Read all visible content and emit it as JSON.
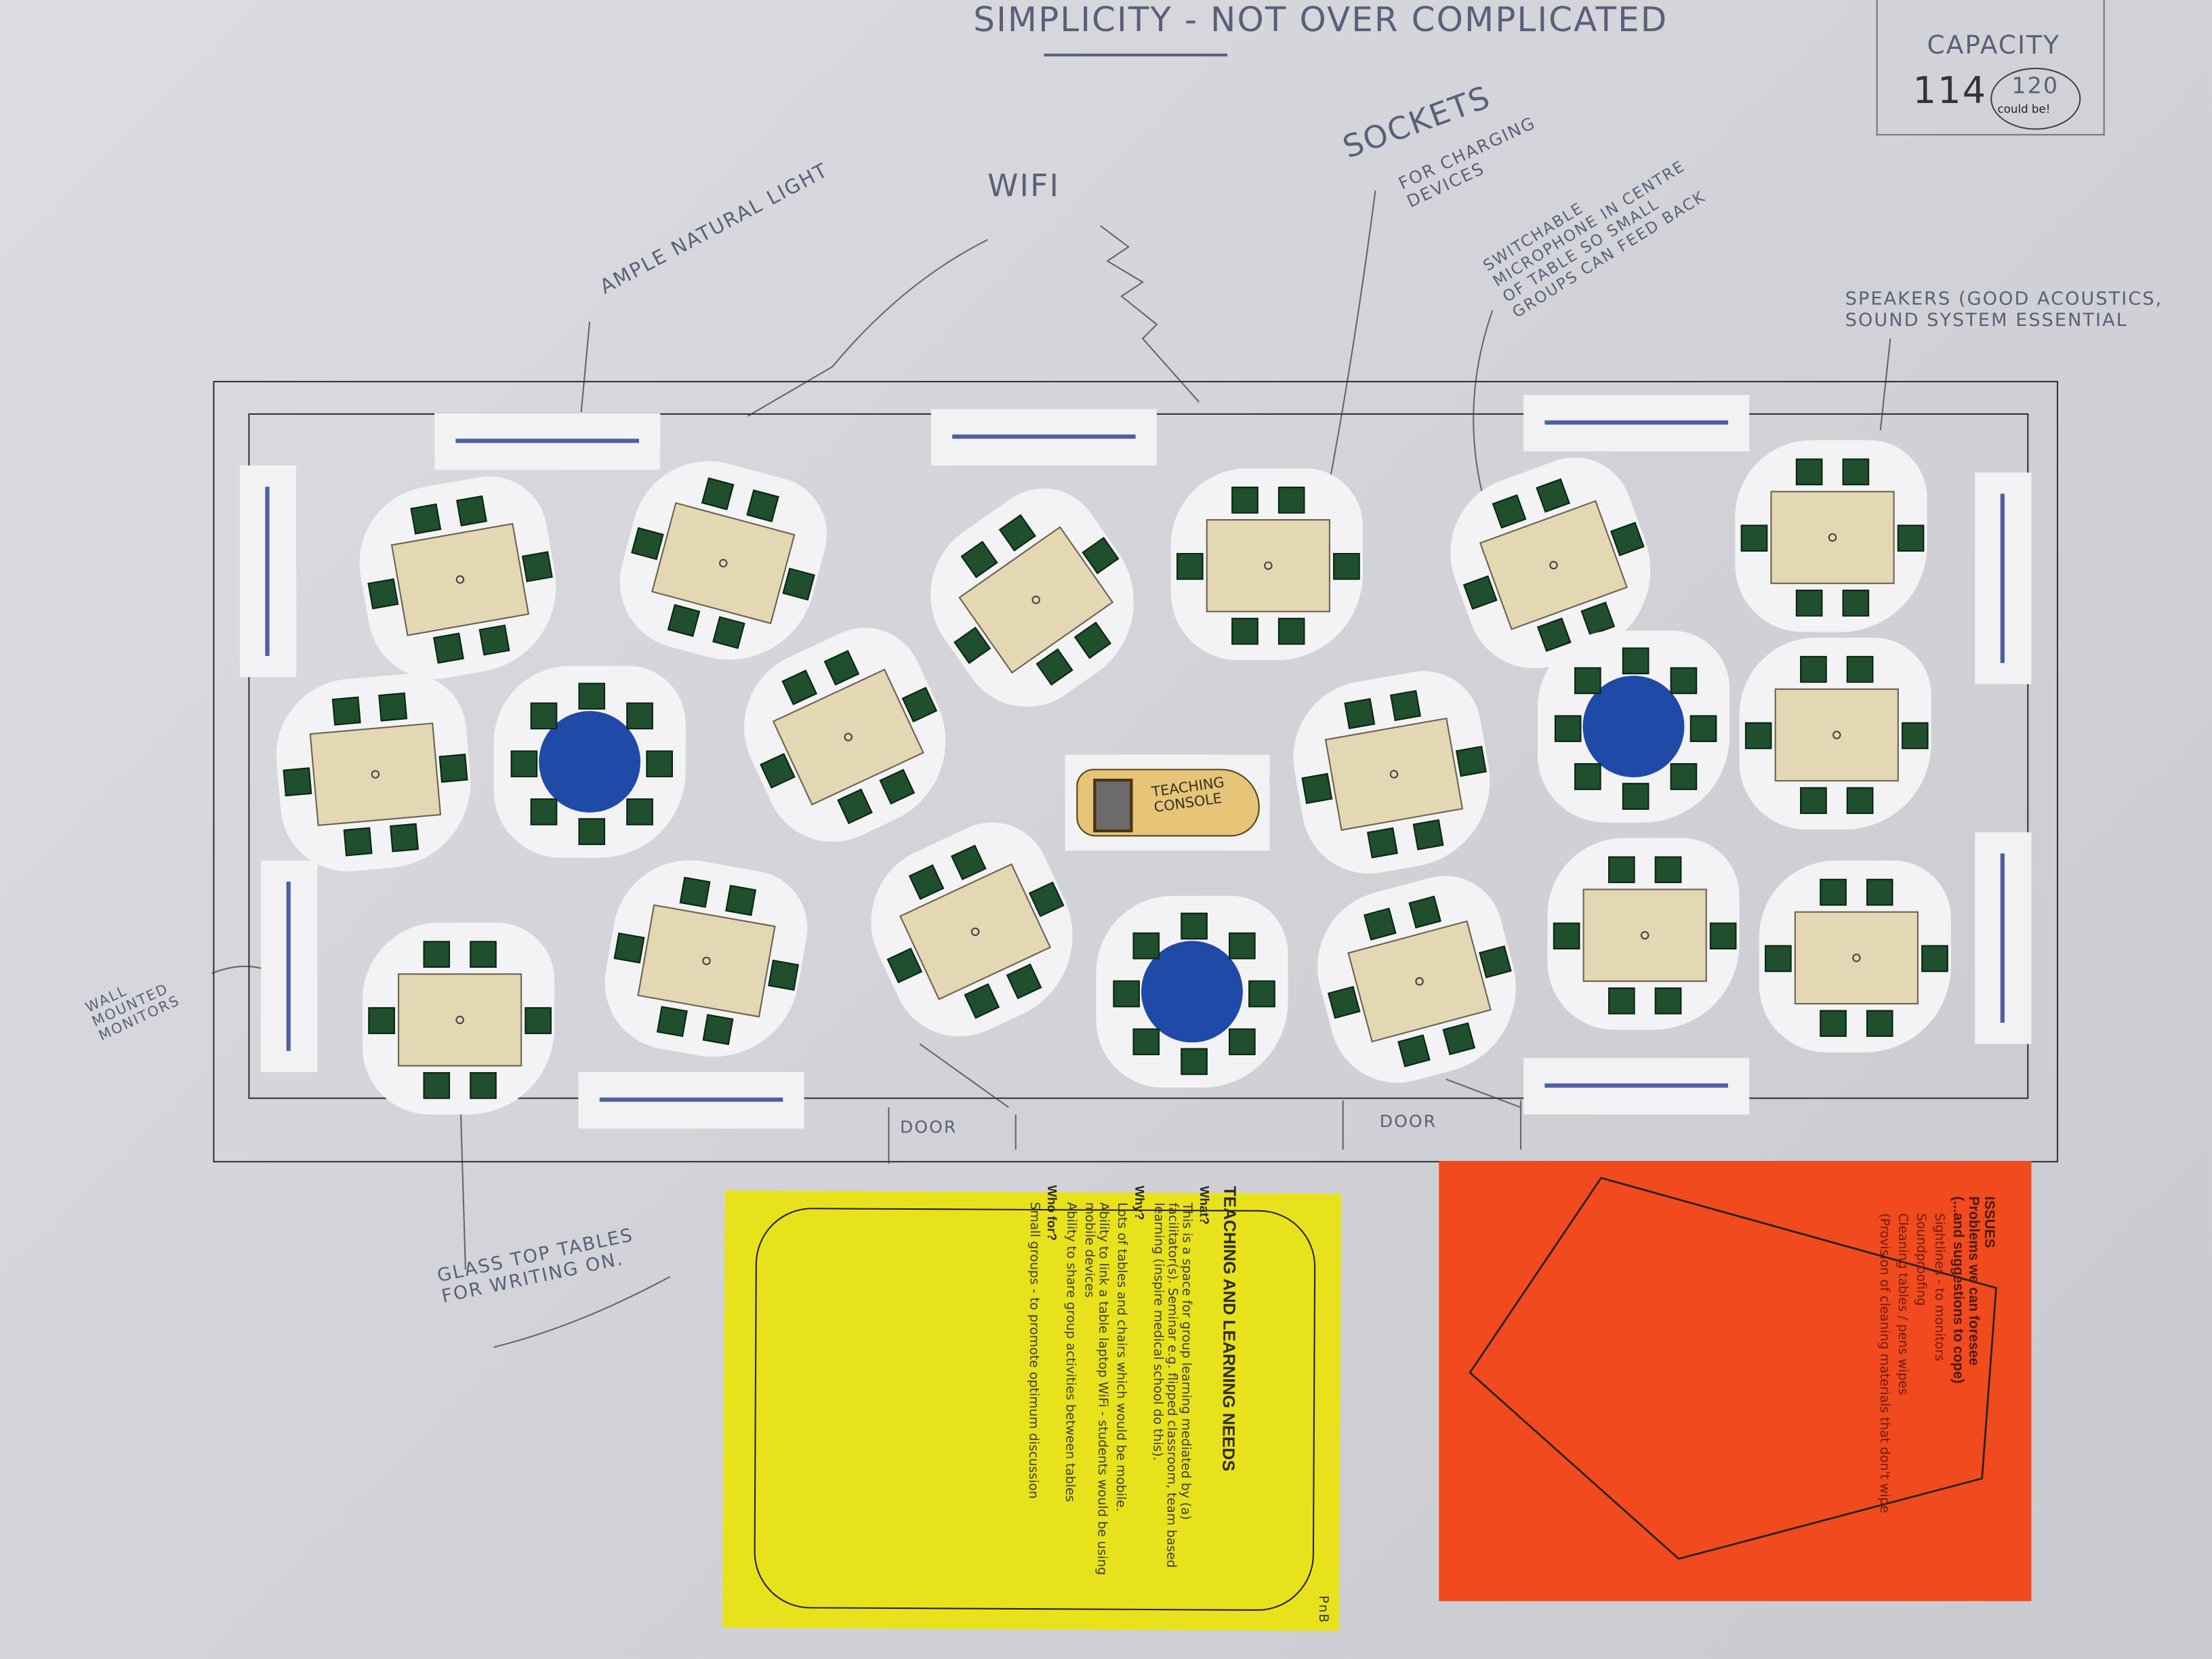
{
  "annotations": {
    "title": "SIMPLICITY - NOT OVER COMPLICATED",
    "capacity_label": "CAPACITY",
    "capacity_value": "114",
    "capacity_alt": "120",
    "capacity_note": "could be!",
    "natural_light": "AMPLE NATURAL LIGHT",
    "wifi": "WIFI",
    "sockets": "SOCKETS",
    "sockets_note": "FOR CHARGING DEVICES",
    "microphone": "SWITCHABLE MICROPHONE IN CENTRE OF TABLE SO SMALL GROUPS CAN FEED BACK",
    "speakers": "SPEAKERS (GOOD ACOUSTICS, SOUND SYSTEM ESSENTIAL",
    "monitors": "WALL MOUNTED MONITORS",
    "glass_tables": "GLASS TOP TABLES FOR WRITING ON.",
    "door_1": "DOOR",
    "door_2": "DOOR",
    "teaching_console": "TEACHING CONSOLE"
  },
  "teaching_card": {
    "title": "TEACHING AND LEARNING NEEDS",
    "what_label": "What?",
    "what_text": "This is a space for group learning mediated by (a) facilitator(s). Seminar e.g. flipped classroom, team based learning (inspire medical school do this).",
    "why_label": "Why?",
    "why_text_1": "Lots of tables and chairs which would be mobile.",
    "why_text_2": "Ability to link a table laptop WiFi - students would be using mobile devices",
    "why_text_3": "Ability to share group activities between tables",
    "who_label": "Who for?",
    "who_text": "Small groups - to promote optimum discussion",
    "initials": "PnB"
  },
  "issues_card": {
    "title": "ISSUES",
    "subtitle": "Problems we can foresee",
    "subtitle_2": "(...and suggestions to cope)",
    "item_1": "Sightlines - to monitors",
    "item_2": "Soundproofing",
    "item_3": "Cleaning tables / pens wipes",
    "item_4": "(Provision of cleaning materials that don't wipe"
  },
  "colors": {
    "paper": "#f2f2f4",
    "table_top": "#e3d7b4",
    "chair": "#1f4f2c",
    "round_table": "#1f4aa8",
    "yellow_card": "#e8e21d",
    "orange_card": "#f04a1e"
  }
}
